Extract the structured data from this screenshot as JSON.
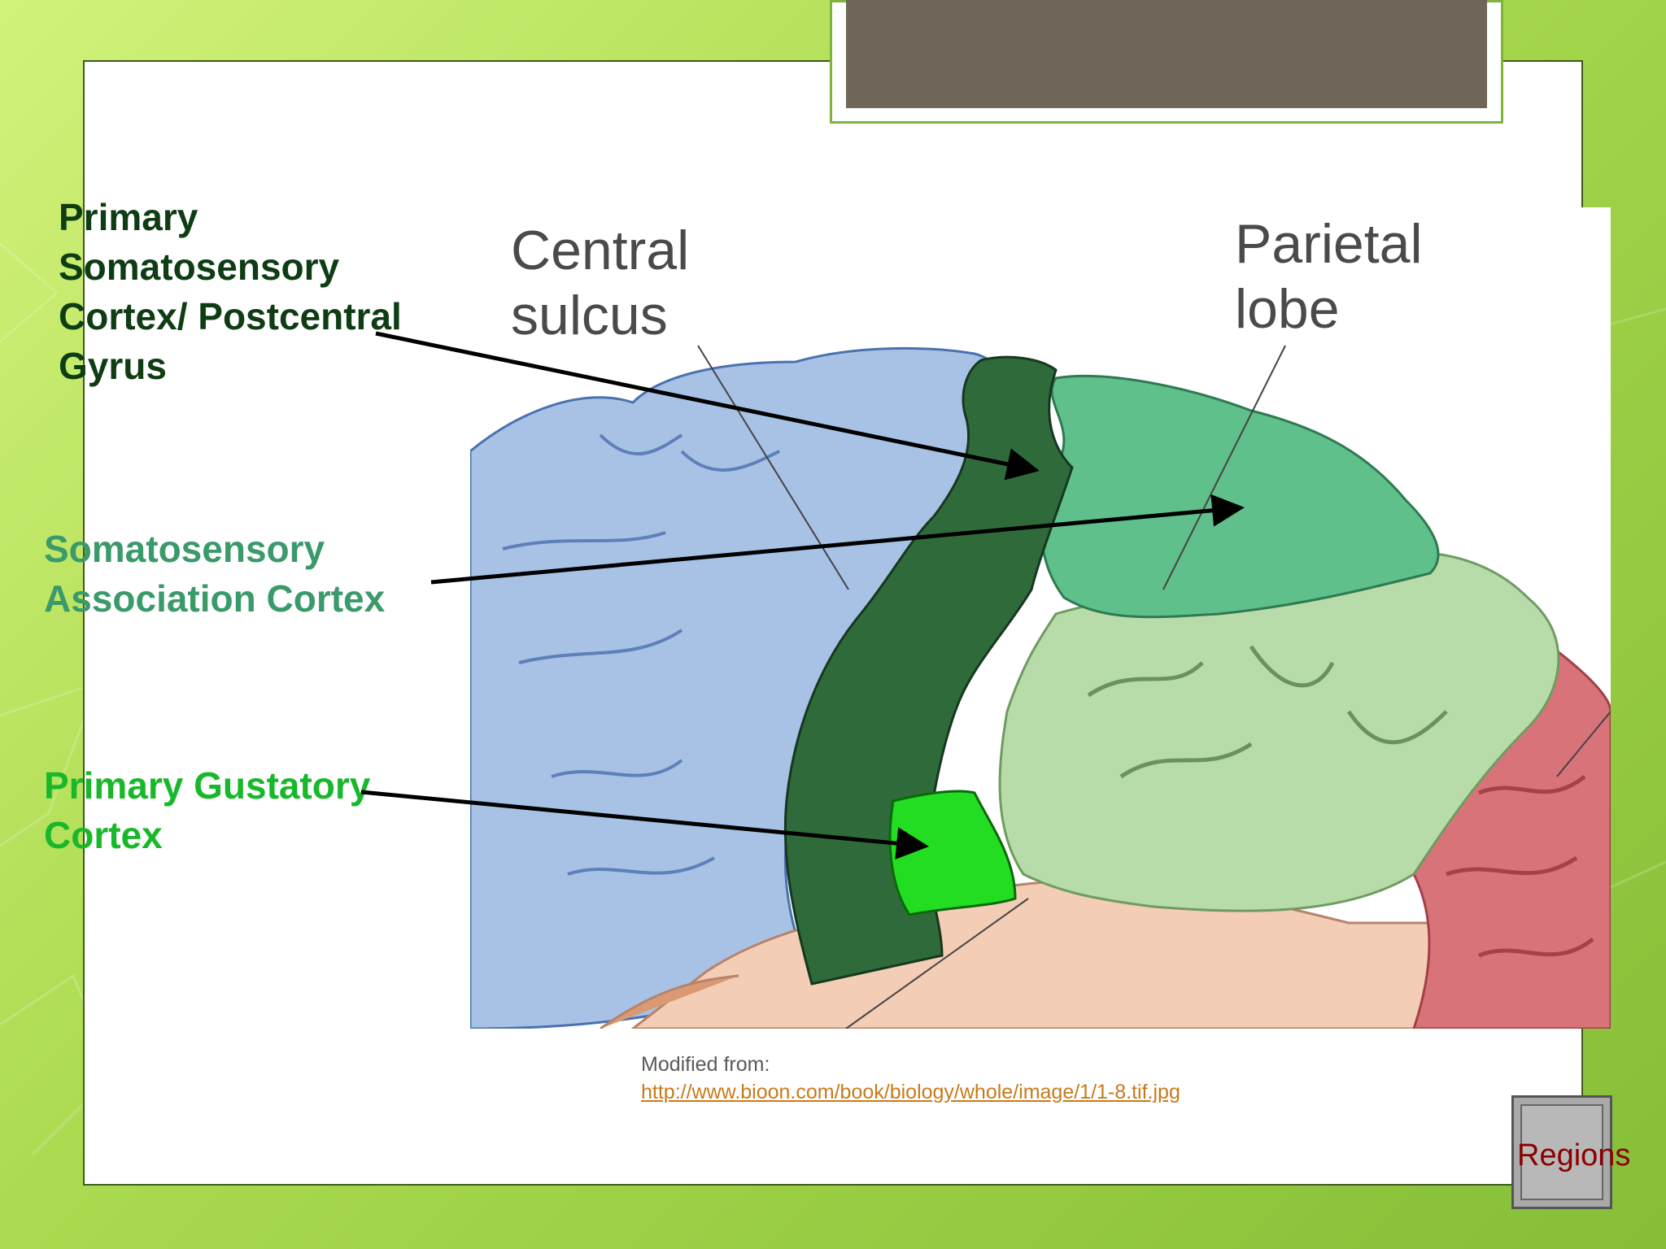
{
  "labels": {
    "primary_somatosensory": [
      "Primary",
      "Somatosensory",
      "Cortex/ Postcentral",
      "Gyrus"
    ],
    "somatosensory_association": [
      "Somatosensory",
      "Association Cortex"
    ],
    "primary_gustatory": [
      "Primary Gustatory",
      "Cortex"
    ]
  },
  "figure_text": {
    "central_sulcus": [
      "Central",
      "sulcus"
    ],
    "parietal_lobe": [
      "Parietal",
      "lobe"
    ]
  },
  "credit": {
    "prefix": "Modified from:",
    "link": "http://www.bioon.com/book/biology/whole/image/1/1-8.tif.jpg"
  },
  "nav": {
    "regions_label": "Regions"
  },
  "colors": {
    "primary_somatosensory": "#2f6b3a",
    "somatosensory_association": "#5cc08a",
    "primary_gustatory": "#22dd22",
    "frontal_lobe": "#a9c3e8",
    "parietal_lower": "#b9dfac",
    "occipital": "#d9737a",
    "temporal": "#f3c8b0",
    "title_box": "#6e6658"
  }
}
